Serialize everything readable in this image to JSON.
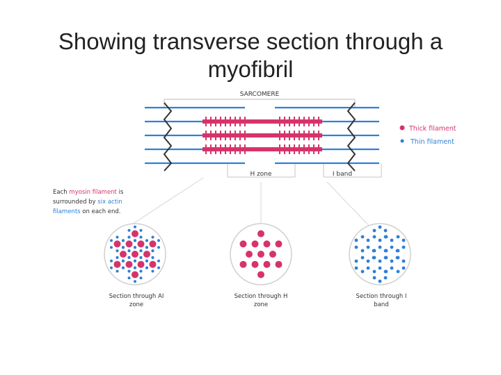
{
  "slide": {
    "title_line1": "Showing transverse section through a",
    "title_line2": "myofibril"
  },
  "diagram": {
    "sarcomere_label": "SARCOMERE",
    "h_zone_label": "H zone",
    "i_band_label": "I band",
    "legend": {
      "thick": {
        "label": "Thick filament",
        "color": "#d6336c"
      },
      "thin": {
        "label": "Thin filament",
        "color": "#2f7fd6"
      }
    },
    "note": {
      "line1_a": "Each ",
      "line1_b": "myosin filament",
      "line1_c": " is",
      "line2_a": "surrounded by ",
      "line2_b": "six actin",
      "line3_a": "filaments",
      "line3_b": " on each end."
    },
    "sections": [
      {
        "line1": "Section through AI",
        "line2": "zone"
      },
      {
        "line1": "Section through H",
        "line2": "zone"
      },
      {
        "line1": "Section through I",
        "line2": "band"
      }
    ],
    "colors": {
      "accent_blue": "#2f7fd6",
      "accent_pink": "#d6336c",
      "z_line": "#333333",
      "outline": "#cfcfcf"
    }
  }
}
